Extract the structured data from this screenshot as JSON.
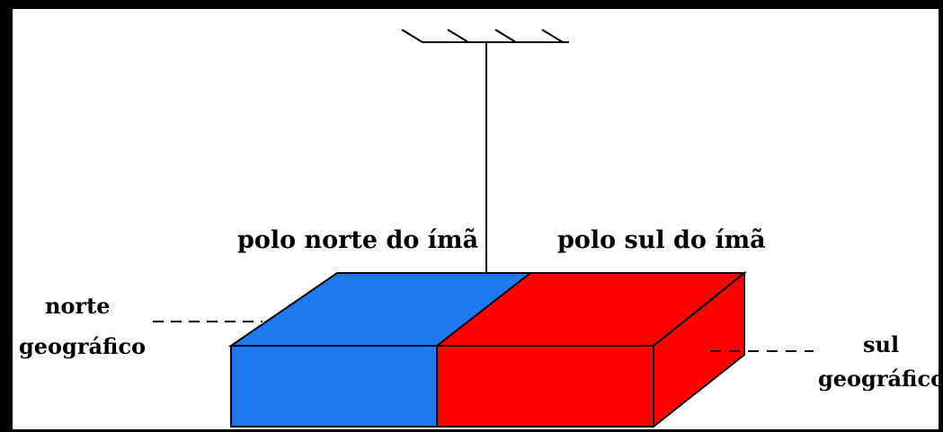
{
  "colors": {
    "background": "#000000",
    "panel": "#ffffff",
    "north_half": "#1e78f0",
    "south_half": "#ff0000",
    "outline": "#000000",
    "line": "#000000"
  },
  "labels": {
    "north_pole_magnet": "polo norte do ímã",
    "south_pole_magnet": "polo sul do ímã",
    "geo_north_line1": "norte",
    "geo_north_line2": "geográfico",
    "geo_south_line1": "sul",
    "geo_south_line2": "geográfico"
  }
}
